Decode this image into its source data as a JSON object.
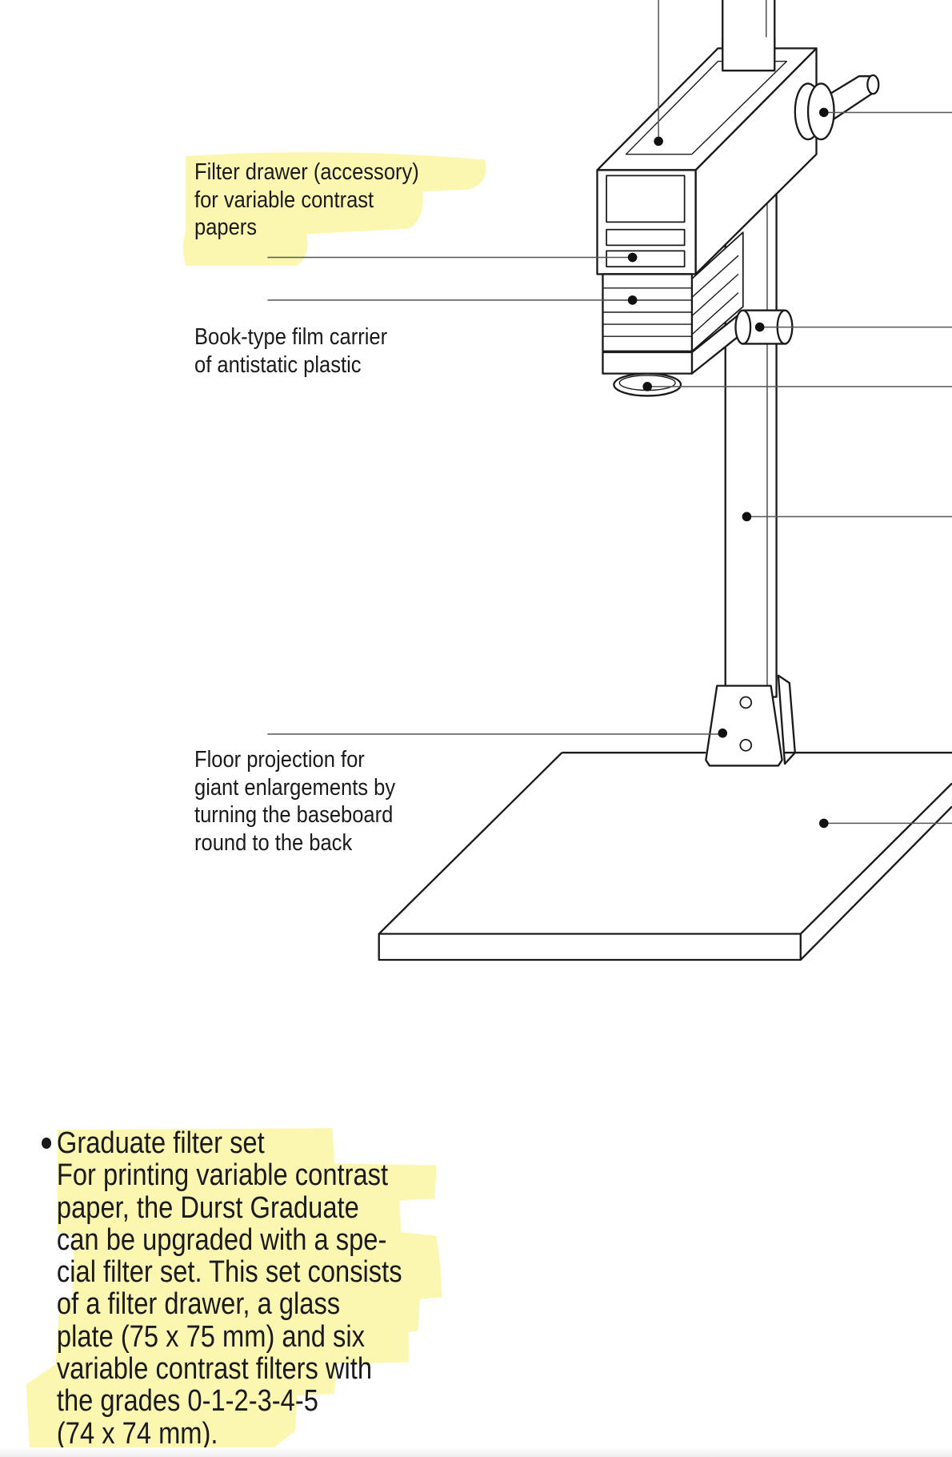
{
  "colors": {
    "highlight": "#fcf6a2",
    "line": "#1a1a1a"
  },
  "callouts": {
    "filter_drawer": [
      "Filter drawer (accessory)",
      "for variable contrast",
      "papers"
    ],
    "film_carrier": [
      "Book-type film carrier",
      "of antistatic plastic"
    ],
    "floor_projection": [
      "Floor projection for",
      "giant enlargements by",
      "turning the baseboard",
      "round to the back"
    ]
  },
  "accessory": {
    "title": "Graduate filter set",
    "lines": [
      "For printing variable contrast",
      "paper, the Durst Graduate",
      "can be upgraded with a spe-",
      "cial filter set. This set consists",
      "of a filter drawer, a glass",
      "plate (75 x 75 mm) and six",
      "variable contrast filters with",
      "the grades 0-1-2-3-4-5",
      "(74 x 74 mm)."
    ]
  }
}
